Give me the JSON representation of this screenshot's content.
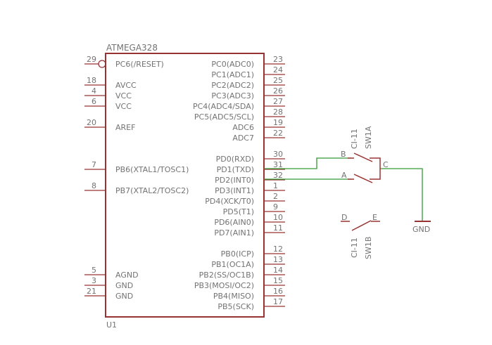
{
  "schematic": {
    "chip_name": "ATMEGA328",
    "chip_ref": "U1",
    "left_pins": [
      {
        "num": "29",
        "label": "PC6(/RESET)",
        "inverted": true
      },
      {
        "num": "18",
        "label": "AVCC"
      },
      {
        "num": "4",
        "label": "VCC"
      },
      {
        "num": "6",
        "label": "VCC"
      },
      {
        "num": "20",
        "label": "AREF"
      },
      {
        "num": "7",
        "label": "PB6(XTAL1/TOSC1)"
      },
      {
        "num": "8",
        "label": "PB7(XTAL2/TOSC2)"
      },
      {
        "num": "5",
        "label": "AGND"
      },
      {
        "num": "3",
        "label": "GND"
      },
      {
        "num": "21",
        "label": "GND"
      }
    ],
    "right_pins": [
      {
        "num": "23",
        "label": "PC0(ADC0)"
      },
      {
        "num": "24",
        "label": "PC1(ADC1)"
      },
      {
        "num": "25",
        "label": "PC2(ADC2)"
      },
      {
        "num": "26",
        "label": "PC3(ADC3)"
      },
      {
        "num": "27",
        "label": "PC4(ADC4/SDA)"
      },
      {
        "num": "28",
        "label": "PC5(ADC5/SCL)"
      },
      {
        "num": "19",
        "label": "ADC6"
      },
      {
        "num": "22",
        "label": "ADC7"
      },
      {
        "num": "30",
        "label": "PD0(RXD)"
      },
      {
        "num": "31",
        "label": "PD1(TXD)"
      },
      {
        "num": "32",
        "label": "PD2(INT0)"
      },
      {
        "num": "1",
        "label": "PD3(INT1)"
      },
      {
        "num": "2",
        "label": "PD4(XCK/T0)"
      },
      {
        "num": "9",
        "label": "PD5(T1)"
      },
      {
        "num": "10",
        "label": "PD6(AIN0)"
      },
      {
        "num": "11",
        "label": "PD7(AIN1)"
      },
      {
        "num": "12",
        "label": "PB0(ICP)"
      },
      {
        "num": "13",
        "label": "PB1(OC1A)"
      },
      {
        "num": "14",
        "label": "PB2(SS/OC1B)"
      },
      {
        "num": "15",
        "label": "PB3(MOSI/OC2)"
      },
      {
        "num": "16",
        "label": "PB4(MISO)"
      },
      {
        "num": "17",
        "label": "PB5(SCK)"
      }
    ],
    "sw1a": {
      "type": "CI-11",
      "ref": "SW1A",
      "pin_b": "B",
      "pin_a": "A",
      "pin_c": "C"
    },
    "sw1b": {
      "type": "CI-11",
      "ref": "SW1B",
      "pin_d": "D",
      "pin_e": "E"
    },
    "gnd_label": "GND",
    "colors": {
      "part": "#993333",
      "wire": "#339933",
      "text": "#737373"
    }
  }
}
